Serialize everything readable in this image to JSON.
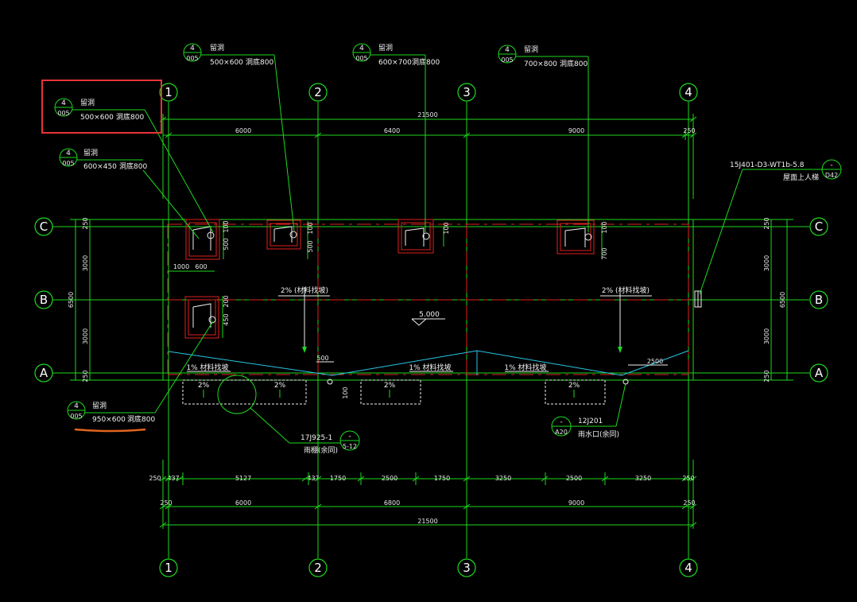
{
  "axes": {
    "columns": [
      "1",
      "2",
      "3",
      "4"
    ],
    "rows": [
      "C",
      "B",
      "A"
    ]
  },
  "top_dims": {
    "overall": "21500",
    "bays": [
      "6000",
      "6400",
      "9000"
    ],
    "end_offset": "250"
  },
  "bottom_dims": {
    "detail": [
      "250",
      "437",
      "5127",
      "437",
      "1750",
      "2500",
      "1750",
      "3250",
      "2500",
      "3250",
      "250"
    ],
    "mid_left": "250",
    "mid_right": "250",
    "bays": [
      "6000",
      "6800",
      "9000"
    ],
    "overall": "21500"
  },
  "side_dims": {
    "overall": "6500",
    "segments": [
      "250",
      "3000",
      "3000",
      "250"
    ]
  },
  "openings": [
    {
      "num": "4",
      "sheet": "005",
      "title": "留洞",
      "size": "500×600",
      "note": "洞底800"
    },
    {
      "num": "4",
      "sheet": "005",
      "title": "留洞",
      "size": "600×450",
      "note": "洞底800"
    },
    {
      "num": "4",
      "sheet": "005",
      "title": "留洞",
      "size": "500×600",
      "note": "洞底800"
    },
    {
      "num": "4",
      "sheet": "005",
      "title": "留洞",
      "size": "600×700",
      "note": "洞底800"
    },
    {
      "num": "4",
      "sheet": "005",
      "title": "留洞",
      "size": "700×800",
      "note": "洞底800"
    },
    {
      "num": "4",
      "sheet": "005",
      "title": "留洞",
      "size": "950×600",
      "note": "洞底800"
    }
  ],
  "hatch_dims": {
    "h1": "100",
    "h2": "500",
    "w1": "1000",
    "w2": "600",
    "h3": "100",
    "h4": "500",
    "h5": "100",
    "h6": "100",
    "h7": "700",
    "b1": "200",
    "b2": "450",
    "s1": "500",
    "s2": "2500",
    "s3": "100"
  },
  "slope": {
    "roof_left": "2% (材料找坡)",
    "roof_right": "2% (材料找坡)",
    "gutter1": "1% 材料找坡",
    "gutter2": "1% 材料找坡",
    "gutter3": "1% 材料找坡",
    "canopy": [
      "2%",
      "2%",
      "2%",
      "2%"
    ]
  },
  "elevation": "5.000",
  "refs": {
    "ladder_code": "15J401-D3-WT1b-5.8",
    "ladder_note": "屋面上人梯",
    "ladder_sym_top": "-",
    "ladder_sym_bot": "D42",
    "canopy_code": "17J925-1",
    "canopy_note": "雨棚(余同)",
    "canopy_sym_top": "-",
    "canopy_sym_bot": "5-12",
    "drain_code": "12J201",
    "drain_note": "雨水口(余同)",
    "drain_sym_top": "-",
    "drain_sym_bot": "A20"
  },
  "colors": {
    "background": "#000000",
    "grid_green": "#1ed91e",
    "wall_red": "#e02020",
    "slope_cyan": "#29c6e6",
    "highlight_red": "#e8343a",
    "underline_orange": "#e0641e"
  }
}
